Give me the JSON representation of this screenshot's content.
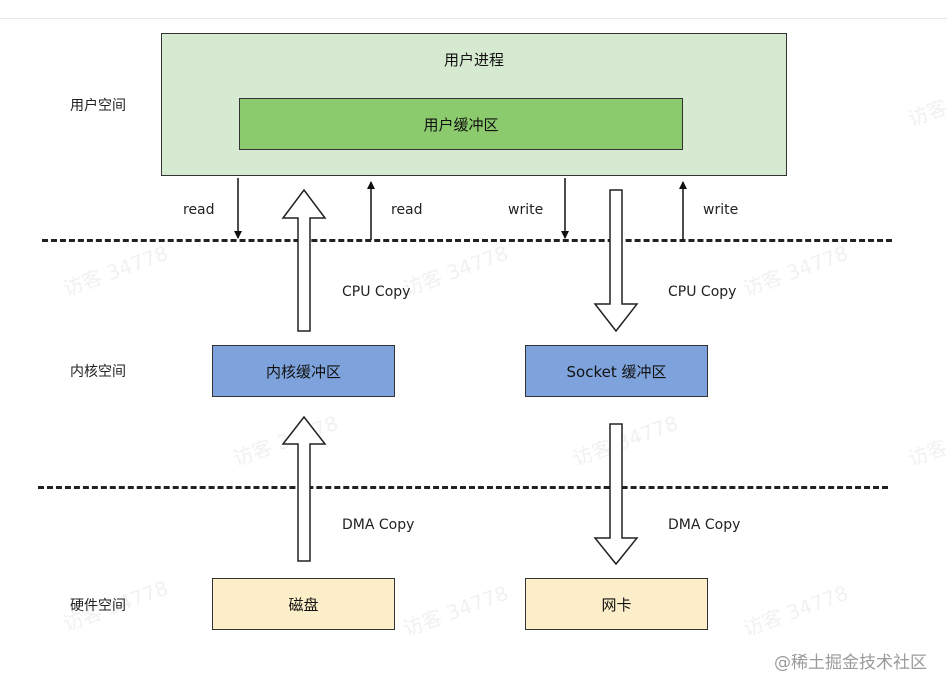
{
  "layers": {
    "user_space": "用户空间",
    "kernel_space": "内核空间",
    "hardware_space": "硬件空间"
  },
  "boxes": {
    "user_process": "用户进程",
    "user_buffer": "用户缓冲区",
    "kernel_buffer": "内核缓冲区",
    "socket_buffer": "Socket 缓冲区",
    "disk": "磁盘",
    "nic": "网卡"
  },
  "edges": {
    "read_left": "read",
    "read_right": "read",
    "write_left": "write",
    "write_right": "write",
    "cpu_copy_left": "CPU  Copy",
    "cpu_copy_right": "CPU  Copy",
    "dma_copy_left": "DMA  Copy",
    "dma_copy_right": "DMA  Copy"
  },
  "watermark": "访客 34778",
  "credit": "@稀土掘金技术社区",
  "colors": {
    "user_process_fill": "#d6ead1",
    "user_buffer_fill": "#8ccb6d",
    "kernel_buffer_fill": "#7ea3dc",
    "hardware_fill": "#fbeec8"
  }
}
